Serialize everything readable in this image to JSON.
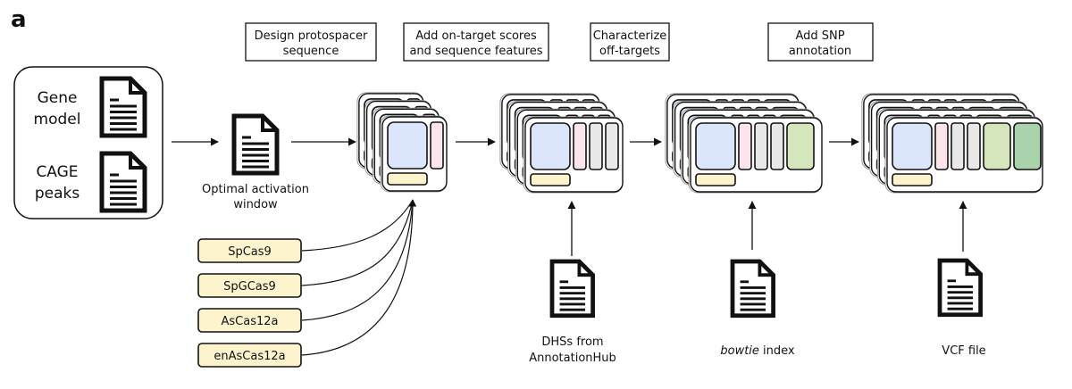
{
  "panel_label": "a",
  "inputs_box": {
    "items": [
      {
        "line1": "Gene",
        "line2": "model"
      },
      {
        "line1": "CAGE",
        "line2": "peaks"
      }
    ]
  },
  "activation_window": {
    "line1": "Optimal activation",
    "line2": "window"
  },
  "step_labels": [
    {
      "line1": "Design protospacer",
      "line2": "sequence"
    },
    {
      "line1": "Add on-target scores",
      "line2": "and sequence features"
    },
    {
      "line1": "Characterize",
      "line2": "off-targets"
    },
    {
      "line1": "Add SNP",
      "line2": "annotation"
    }
  ],
  "nucleases": [
    "SpCas9",
    "SpGCas9",
    "AsCas12a",
    "enAsCas12a"
  ],
  "resources": [
    {
      "line1": "DHSs from",
      "line2": "AnnotationHub"
    },
    {
      "line1_italic": "bowtie",
      "line1_rest": " index"
    },
    {
      "line1": "VCF file"
    }
  ],
  "stacks": [
    {
      "columns": [
        "pink"
      ]
    },
    {
      "columns": [
        "pink",
        "gray",
        "gray"
      ]
    },
    {
      "columns": [
        "pink",
        "gray",
        "gray",
        "lightgreen"
      ]
    },
    {
      "columns": [
        "pink",
        "gray",
        "gray",
        "lightgreen",
        "green"
      ]
    }
  ],
  "colors": {
    "blue": "#dbe5fb",
    "pink": "#fbe4ea",
    "gray": "#e8e8e8",
    "lightgreen": "#d5e6bd",
    "green": "#a9d3ab",
    "yellow": "#fdf4cd",
    "stroke": "#111111"
  }
}
